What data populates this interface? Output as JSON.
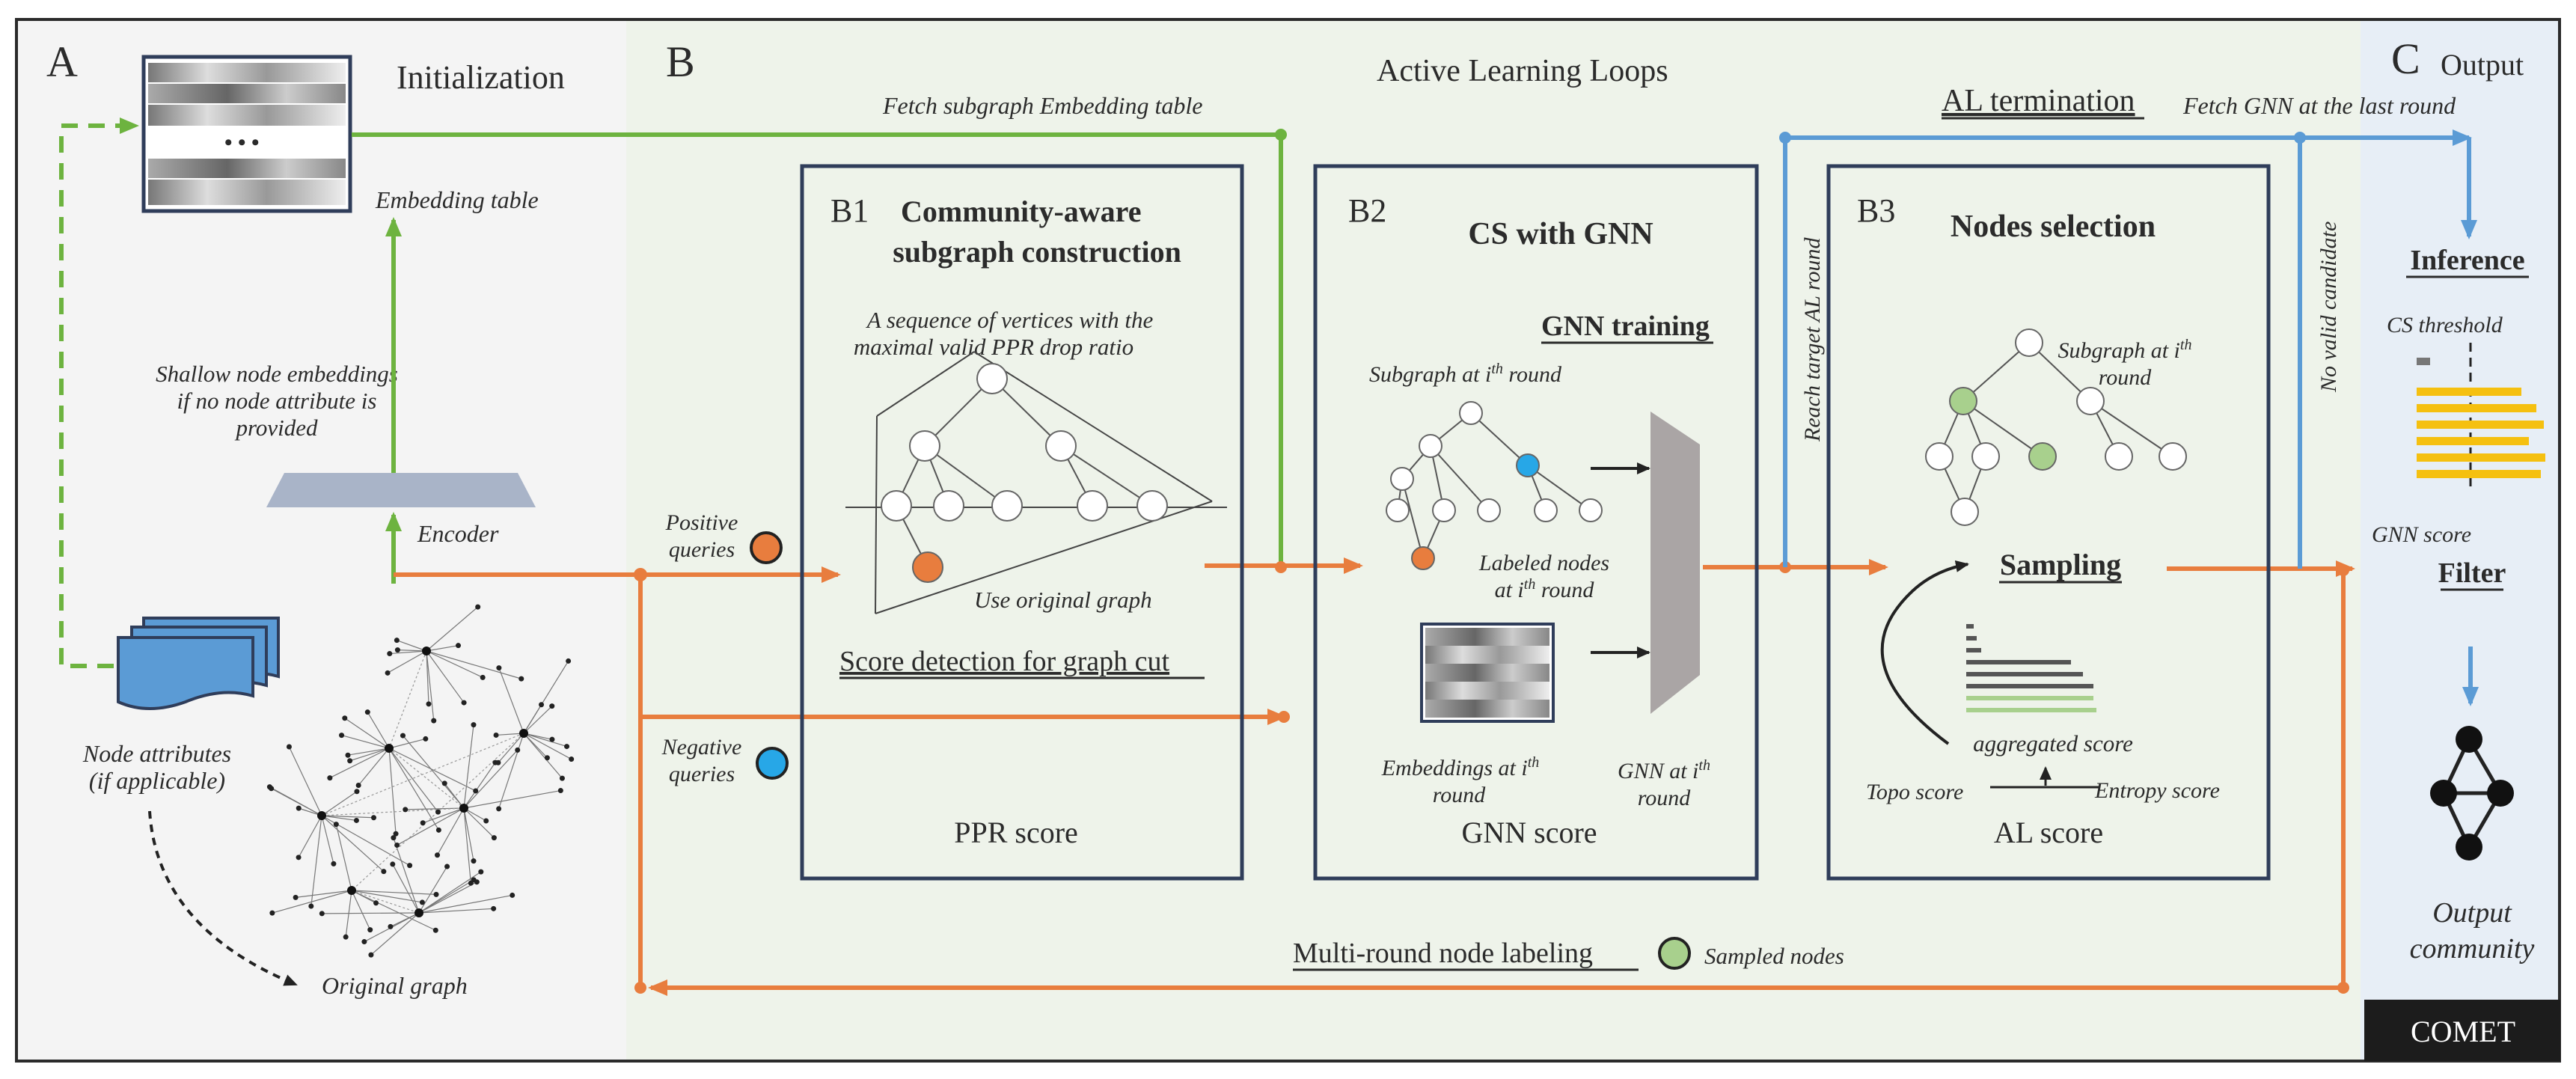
{
  "panels": {
    "a": {
      "letter": "A",
      "title": "Initialization"
    },
    "b": {
      "letter": "B",
      "title": "Active Learning Loops"
    },
    "c": {
      "letter": "C",
      "title": "Output"
    }
  },
  "initialization": {
    "embedding_table_label": "Embedding table",
    "dots": "• • •",
    "shallow_note": [
      "Shallow node embeddings",
      "if no node attribute is",
      "provided"
    ],
    "encoder_label": "Encoder",
    "node_attributes": [
      "Node attributes",
      "(if applicable)"
    ],
    "original_graph": "Original graph"
  },
  "flows": {
    "fetch_subgraph": "Fetch subgraph Embedding table",
    "al_termination": "AL termination",
    "fetch_gnn": "Fetch GNN at the last round",
    "reach_target": "Reach target AL round",
    "no_valid": "No valid candidate",
    "multi_round": "Multi-round node labeling",
    "sampled_nodes": "Sampled nodes"
  },
  "queries": {
    "positive": [
      "Positive",
      "queries"
    ],
    "negative": [
      "Negative",
      "queries"
    ]
  },
  "b1": {
    "id": "B1",
    "title": [
      "Community-aware",
      "subgraph construction"
    ],
    "note": [
      "A sequence of vertices with the",
      "maximal valid PPR drop ratio"
    ],
    "use_original": "Use original graph",
    "score_detection": "Score detection for graph cut",
    "footer": "PPR score"
  },
  "b2": {
    "id": "B2",
    "title": "CS with GNN",
    "gnn_training": "GNN training",
    "subgraph_label": [
      "Subgraph at i",
      "th",
      " round"
    ],
    "labeled_nodes": [
      "Labeled nodes",
      "at i",
      "th",
      " round"
    ],
    "embeddings": [
      "Embeddings at i",
      "th",
      "round"
    ],
    "gnn_at": [
      "GNN at i",
      "th",
      "round"
    ],
    "footer": "GNN score"
  },
  "b3": {
    "id": "B3",
    "title": "Nodes selection",
    "subgraph_label": [
      "Subgraph at i",
      "th",
      "round"
    ],
    "sampling": "Sampling",
    "aggregated": "aggregated score",
    "topo": "Topo score",
    "entropy": "Entropy score",
    "footer": "AL score"
  },
  "output": {
    "inference": "Inference",
    "cs_threshold": "CS threshold",
    "gnn_score": "GNN score",
    "filter": "Filter",
    "output_community": [
      "Output",
      "community"
    ],
    "brand": "COMET"
  },
  "colors": {
    "green": "#6db33f",
    "orange": "#e87d3e",
    "blue": "#5b9bd5",
    "navy": "#2f3d5a",
    "panel_a_bg": "#f4f4f4",
    "panel_b_bg": "#eef3ea",
    "panel_c_bg": "#e7eef6",
    "yellow": "#f5c010",
    "sampled_fill": "#a8d08d",
    "query_blue": "#27a7e7"
  }
}
